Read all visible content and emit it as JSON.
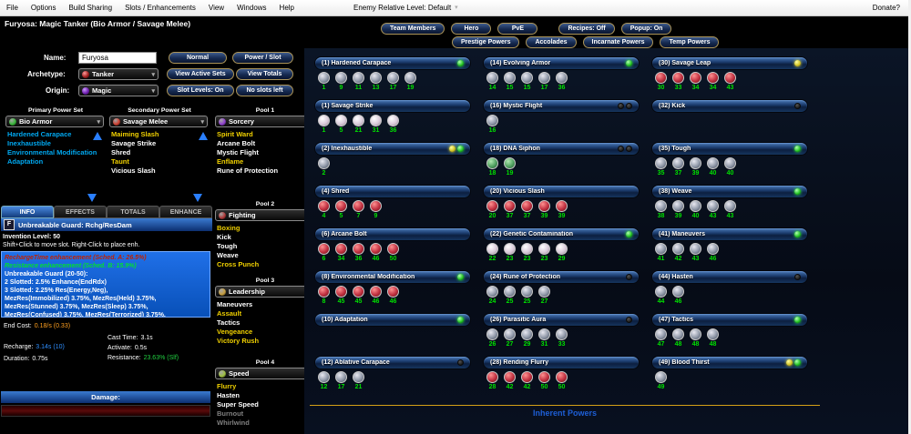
{
  "icons": {
    "dropdown_caret": "▾"
  },
  "menu": {
    "items": [
      "File",
      "Options",
      "Build Sharing",
      "Slots / Enhancements",
      "View",
      "Windows",
      "Help"
    ],
    "enemy_level": "Enemy Relative Level: Default",
    "donate": "Donate?"
  },
  "header": {
    "title": "Furyosa: Magic Tanker (Bio Armor / Savage Melee)",
    "buttons_row1": [
      "Team Members",
      "Hero",
      "PvE",
      "Recipes: Off",
      "Popup: On"
    ],
    "buttons_row2": [
      "Prestige Powers",
      "Accolades",
      "Incarnate Powers",
      "Temp Powers"
    ]
  },
  "character": {
    "name_label": "Name:",
    "name_value": "Furyosa",
    "archetype_label": "Archetype:",
    "archetype_value": "Tanker",
    "origin_label": "Origin:",
    "origin_value": "Magic",
    "btn_normal": "Normal",
    "btn_power_slot": "Power / Slot",
    "btn_view_active": "View Active Sets",
    "btn_view_totals": "View Totals",
    "btn_slot_levels": "Slot Levels: On",
    "btn_no_slots": "No slots left"
  },
  "powersets": [
    {
      "key": "primary",
      "label": "Primary Power Set",
      "selected": "Bio Armor",
      "orb": "#38b838",
      "items": [
        {
          "name": "Hardened Carapace",
          "state": "primary"
        },
        {
          "name": "Inexhaustible",
          "state": "primary"
        },
        {
          "name": "Environmental Modification",
          "state": "primary"
        },
        {
          "name": "Adaptation",
          "state": "primary"
        }
      ]
    },
    {
      "key": "secondary",
      "label": "Secondary Power Set",
      "selected": "Savage Melee",
      "orb": "#d04030",
      "items": [
        {
          "name": "Maiming Slash",
          "state": "avail"
        },
        {
          "name": "Savage Strike",
          "state": "taken"
        },
        {
          "name": "Shred",
          "state": "taken"
        },
        {
          "name": "Taunt",
          "state": "avail"
        },
        {
          "name": "Vicious Slash",
          "state": "taken"
        }
      ]
    },
    {
      "key": "pool1",
      "label": "Pool 1",
      "selected": "Sorcery",
      "orb": "#9040d0",
      "items": [
        {
          "name": "Spirit Ward",
          "state": "avail"
        },
        {
          "name": "Arcane Bolt",
          "state": "taken"
        },
        {
          "name": "Mystic Flight",
          "state": "taken"
        },
        {
          "name": "Enflame",
          "state": "avail"
        },
        {
          "name": "Rune of Protection",
          "state": "taken"
        }
      ]
    },
    {
      "key": "pool2",
      "label": "Pool 2",
      "selected": "Fighting",
      "orb": "#b03838",
      "items": [
        {
          "name": "Boxing",
          "state": "avail"
        },
        {
          "name": "Kick",
          "state": "taken"
        },
        {
          "name": "Tough",
          "state": "taken"
        },
        {
          "name": "Weave",
          "state": "taken"
        },
        {
          "name": "Cross Punch",
          "state": "avail"
        }
      ]
    },
    {
      "key": "pool3",
      "label": "Pool 3",
      "selected": "Leadership",
      "orb": "#c8a040",
      "items": [
        {
          "name": "Maneuvers",
          "state": "taken"
        },
        {
          "name": "Assault",
          "state": "avail"
        },
        {
          "name": "Tactics",
          "state": "taken"
        },
        {
          "name": "Vengeance",
          "state": "avail"
        },
        {
          "name": "Victory Rush",
          "state": "avail"
        }
      ]
    },
    {
      "key": "pool4",
      "label": "Pool 4",
      "selected": "Speed",
      "orb": "#a0c040",
      "items": [
        {
          "name": "Flurry",
          "state": "avail"
        },
        {
          "name": "Hasten",
          "state": "taken"
        },
        {
          "name": "Super Speed",
          "state": "taken"
        },
        {
          "name": "Burnout",
          "state": "locked"
        },
        {
          "name": "Whirlwind",
          "state": "locked"
        }
      ]
    }
  ],
  "info_panel": {
    "tabs": [
      {
        "label": "INFO",
        "active": true
      },
      {
        "label": "EFFECTS",
        "active": false
      },
      {
        "label": "TOTALS",
        "active": false
      },
      {
        "label": "ENHANCE",
        "active": false
      }
    ],
    "enh_grade": "F",
    "enh_name": "Unbreakable Guard: Rchg/ResDam",
    "invention_level": "Invention Level: 50",
    "hint": "Shift+Click to move slot. Right-Click to place enh.",
    "bonus_lines": [
      {
        "text": "RechargeTime enhancement (Sched. A: 26.5%)",
        "color": "red"
      },
      {
        "text": "Resistance enhancement (Sched. B: 15.9%)",
        "color": "green"
      },
      {
        "text": "Unbreakable Guard (20-50):",
        "color": "white"
      },
      {
        "text": "2 Slotted: 2.5% Enhance(EndRdx)",
        "color": "white"
      },
      {
        "text": "3 Slotted: 2.25% Res(Energy,Neg),",
        "color": "white"
      },
      {
        "text": "MezRes(Immobilized) 3.75%, MezRes(Held) 3.75%,",
        "color": "white"
      },
      {
        "text": "MezRes(Stunned) 3.75%, MezRes(Sleep) 3.75%,",
        "color": "white"
      },
      {
        "text": "MezRes(Confused) 3.75%, MezRes(Terrorized) 3.75%,",
        "color": "white"
      }
    ],
    "stats": {
      "end_cost_label": "End Cost:",
      "end_cost_value": "0.18/s (0.33)",
      "cast_time_label": "Cast Time:",
      "cast_time_value": "3.1s",
      "recharge_label": "Recharge:",
      "recharge_value": "3.14s (10)",
      "activate_label": "Activate:",
      "activate_value": "0.5s",
      "duration_label": "Duration:",
      "duration_value": "0.75s",
      "resistance_label": "Resistance:",
      "resistance_value": "23.63% (Slf)"
    },
    "damage_label": "Damage:"
  },
  "build": {
    "inherent_label": "Inherent Powers",
    "columns": [
      [
        {
          "level": 1,
          "name": "Hardened Carapace",
          "leds": [
            "green"
          ],
          "slot_style": "silver",
          "slots": [
            1,
            9,
            11,
            13,
            17,
            19
          ]
        },
        {
          "level": 1,
          "name": "Savage Strike",
          "leds": [],
          "slot_style": "white",
          "slots": [
            1,
            5,
            21,
            31,
            36
          ]
        },
        {
          "level": 2,
          "name": "Inexhaustible",
          "leds": [
            "yellow",
            "green"
          ],
          "slot_style": "silver",
          "slots": [
            2
          ]
        },
        {
          "level": 4,
          "name": "Shred",
          "leds": [],
          "slot_style": "red",
          "slots": [
            4,
            5,
            7,
            9
          ]
        },
        {
          "level": 6,
          "name": "Arcane Bolt",
          "leds": [],
          "slot_style": "red",
          "slots": [
            6,
            34,
            36,
            46,
            50
          ]
        },
        {
          "level": 8,
          "name": "Environmental Modification",
          "leds": [
            "green"
          ],
          "slot_style": "red",
          "slots": [
            8,
            45,
            45,
            46,
            46
          ]
        },
        {
          "level": 10,
          "name": "Adaptation",
          "leds": [
            "green"
          ],
          "slot_style": "silver",
          "slots": []
        },
        {
          "level": 12,
          "name": "Ablative Carapace",
          "leds": [
            "off"
          ],
          "slot_style": "silver",
          "slots": [
            12,
            17,
            21
          ]
        }
      ],
      [
        {
          "level": 14,
          "name": "Evolving Armor",
          "leds": [
            "green"
          ],
          "slot_style": "silver",
          "slots": [
            14,
            15,
            15,
            17,
            36
          ]
        },
        {
          "level": 16,
          "name": "Mystic Flight",
          "leds": [
            "off",
            "off"
          ],
          "slot_style": "silver",
          "slots": [
            16
          ]
        },
        {
          "level": 18,
          "name": "DNA Siphon",
          "leds": [
            "off",
            "off"
          ],
          "slot_style": "green",
          "slots": [
            18,
            19
          ]
        },
        {
          "level": 20,
          "name": "Vicious Slash",
          "leds": [],
          "slot_style": "red",
          "slots": [
            20,
            37,
            37,
            39,
            39
          ]
        },
        {
          "level": 22,
          "name": "Genetic Contamination",
          "leds": [
            "green"
          ],
          "slot_style": "white",
          "slots": [
            22,
            23,
            23,
            23,
            29
          ]
        },
        {
          "level": 24,
          "name": "Rune of Protection",
          "leds": [
            "off"
          ],
          "slot_style": "silver",
          "slots": [
            24,
            25,
            25,
            27
          ]
        },
        {
          "level": 26,
          "name": "Parasitic Aura",
          "leds": [
            "off"
          ],
          "slot_style": "silver",
          "slots": [
            26,
            27,
            29,
            31,
            33
          ]
        },
        {
          "level": 28,
          "name": "Rending Flurry",
          "leds": [],
          "slot_style": "red",
          "slots": [
            28,
            42,
            42,
            50,
            50
          ]
        }
      ],
      [
        {
          "level": 30,
          "name": "Savage Leap",
          "leds": [
            "yellow"
          ],
          "slot_style": "red",
          "slots": [
            30,
            33,
            34,
            34,
            43
          ]
        },
        {
          "level": 32,
          "name": "Kick",
          "leds": [
            "off"
          ],
          "slot_style": "silver",
          "slots": []
        },
        {
          "level": 35,
          "name": "Tough",
          "leds": [
            "green"
          ],
          "slot_style": "silver",
          "slots": [
            35,
            37,
            39,
            40,
            40
          ]
        },
        {
          "level": 38,
          "name": "Weave",
          "leds": [
            "green"
          ],
          "slot_style": "silver",
          "slots": [
            38,
            39,
            40,
            43,
            43
          ]
        },
        {
          "level": 41,
          "name": "Maneuvers",
          "leds": [
            "green"
          ],
          "slot_style": "silver",
          "slots": [
            41,
            42,
            43,
            46
          ]
        },
        {
          "level": 44,
          "name": "Hasten",
          "leds": [
            "off"
          ],
          "slot_style": "silver",
          "slots": [
            44,
            46
          ]
        },
        {
          "level": 47,
          "name": "Tactics",
          "leds": [
            "green"
          ],
          "slot_style": "silver",
          "slots": [
            47,
            48,
            48,
            48
          ]
        },
        {
          "level": 49,
          "name": "Blood Thirst",
          "leds": [
            "yellow",
            "green"
          ],
          "slot_style": "silver",
          "slots": [
            49
          ]
        }
      ]
    ]
  }
}
